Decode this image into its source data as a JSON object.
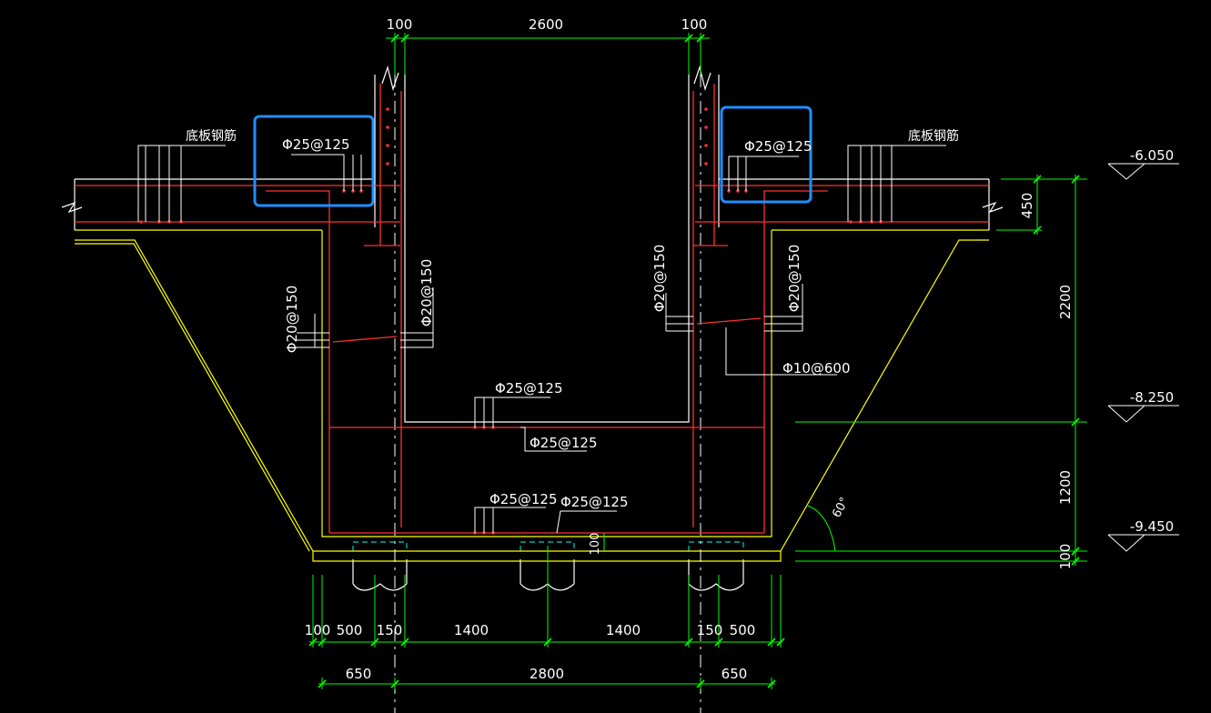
{
  "colors": {
    "background": "#000000",
    "dimension": "#00ff00",
    "rebar": "#ff3030",
    "concrete": "#ffff00",
    "pile": "#ffffff",
    "centerline": "#ffffff",
    "text": "#ffffff",
    "pile_cap": "#00cccc",
    "highlight": "#1e90ff"
  },
  "dims_top": {
    "left_wall": "100",
    "inner_width": "2600",
    "right_wall": "100"
  },
  "labels": {
    "slab_rebar_left": "底板钢筋",
    "slab_rebar_right": "底板钢筋",
    "top_rebar_left": "Φ25@125",
    "top_rebar_right": "Φ25@125",
    "outer_wall_left": "Φ20@150",
    "inner_wall_left": "Φ20@150",
    "inner_wall_right": "Φ20@150",
    "outer_wall_right": "Φ20@150",
    "tie_bar": "Φ10@600",
    "pit_bottom_top": "Φ25@125",
    "pit_bottom_mid": "Φ25@125",
    "base_bottom_1": "Φ25@125",
    "base_bottom_2": "Φ25@125",
    "angle": "60°"
  },
  "elevations": {
    "top": "-6.050",
    "mid": "-8.250",
    "bottom": "-9.450"
  },
  "dims_right": {
    "slab": "450",
    "depth": "2200",
    "base": "1200",
    "blinding": "100"
  },
  "dim_cover": "100",
  "dims_bottom_row1": [
    "100",
    "500",
    "150",
    "1400",
    "1400",
    "150",
    "500"
  ],
  "dims_bottom_row2": [
    "650",
    "2800",
    "650"
  ]
}
